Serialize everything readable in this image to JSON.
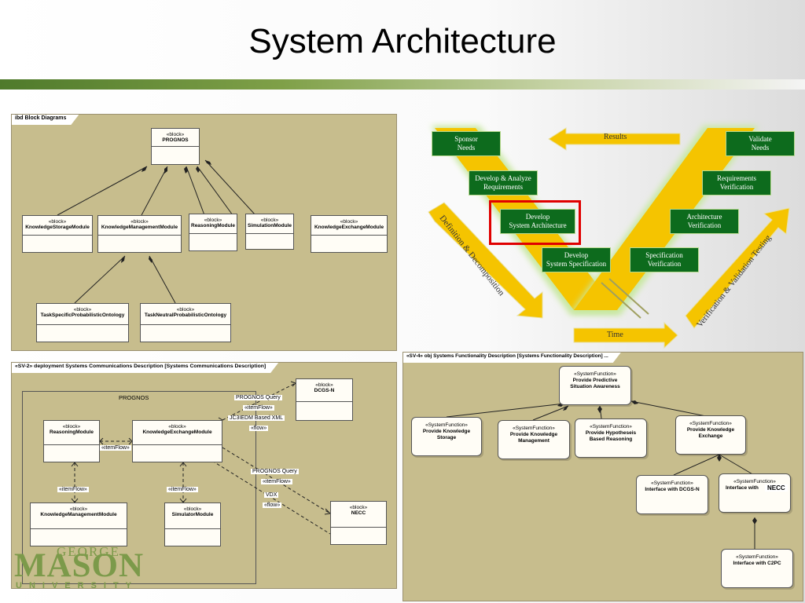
{
  "slide": {
    "title": "System Architecture"
  },
  "ibd": {
    "tab": "ibd Block Diagrams",
    "stereotype": "«block»",
    "blocks": {
      "prognos": "PROGNOS",
      "ksm": "KnowledgeStorageModule",
      "kmm": "KnowledgeManagementModule",
      "rm": "ReasoningModule",
      "sm": "SimulationModule",
      "kem": "KnowledgeExchangeModule",
      "tspo": "TaskSpecificProbabilisticOntology",
      "tnpo": "TaskNeutralProbabilisticOntology"
    }
  },
  "sv2": {
    "tab": "«SV-2» deployment Systems Communications Description [Systems Communications Description]",
    "group_label": "PROGNOS",
    "stereotype": "«block»",
    "blocks": {
      "reasoning": "ReasoningModule",
      "exchange": "KnowledgeExchangeModule",
      "management": "KnowledgeManagementModule",
      "simulator": "SimulatorModule",
      "dcgs": "DCGS-N",
      "necc": "NECC"
    },
    "labels": {
      "query1": "PROGNOS Query",
      "itemflow1": "«itemFlow»",
      "jc3": "JC3IEDM Based XML",
      "flow1": "«flow»",
      "itemflow_rx": "«itemFlow»",
      "itemflow_km": "«itemFlow»",
      "itemflow_sim": "«itemFlow»",
      "query2": "PROGNOS Query",
      "itemflow2": "«itemFlow»",
      "vdx": "VDX",
      "flow2": "«flow»"
    }
  },
  "vmodel": {
    "left": [
      "Sponsor",
      "Needs",
      "Develop & Analyze",
      "Requirements",
      "Develop",
      "System Architecture",
      "Develop",
      "System Specification"
    ],
    "right": [
      "Validate",
      "Needs",
      "Requirements",
      "Verification",
      "Architecture",
      "Verification",
      "Specification",
      "Verification"
    ],
    "results": "Results",
    "time": "Time",
    "defdecomp": "Definition & Decomposition",
    "vvtest": "Verification & Validation Testing"
  },
  "sv4": {
    "tab": "«SV-4» obj Systems Functionality Description [Systems Functionality Description] ...",
    "stereotype": "«SystemFunction»",
    "root": [
      "Provide Predictive",
      "Situation Awareness"
    ],
    "storage": [
      "Provide Knowledge",
      "Storage"
    ],
    "management": [
      "Provide Knowledge",
      "Management"
    ],
    "hypothesis": [
      "Provide Hypotheseis",
      "Based Reasoning"
    ],
    "exchange": [
      "Provide Knowledge",
      "Exchange"
    ],
    "dcgs": [
      "Interface with DCGS-N"
    ],
    "necc_prefix": "Interface with",
    "necc_label": "NECC",
    "c2pc": [
      "Interface with C2PC"
    ]
  },
  "logo": {
    "george": "GEORGE",
    "mason": "MASON",
    "university": "UNIVERSITY"
  },
  "colors": {
    "panel": "#c7bd8d",
    "vbox": "#0d6b1d",
    "arrow": "#f5c400",
    "highlight": "#e00000",
    "bar": "#4f7a2b"
  }
}
